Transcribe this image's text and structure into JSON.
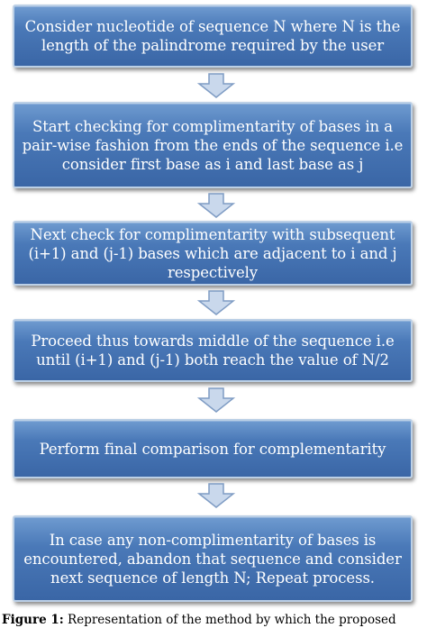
{
  "steps": [
    {
      "text": "Consider nucleotide of sequence N where N is the length of the palindrome required by the user"
    },
    {
      "text": "Start checking for complimentarity of bases in a pair-wise fashion from the ends of the sequence i.e consider first base as i and last base as j"
    },
    {
      "text": "Next check for complimentarity with subsequent (i+1) and (j-1) bases which are adjacent to i and j respectively"
    },
    {
      "text": "Proceed thus towards middle of the sequence i.e until (i+1) and (j-1) both reach the value of N/2"
    },
    {
      "text": "Perform final comparison for complementarity"
    },
    {
      "text": "In case any non-complimentarity of bases is encountered, abandon that sequence and consider next sequence of length N; Repeat process."
    }
  ],
  "caption": {
    "label": "Figure 1:",
    "text": " Representation of the method by which the proposed"
  },
  "colors": {
    "box_fill": "#4a79b8",
    "box_border": "#bcd0e6",
    "arrow_fill": "#c9d8ec",
    "arrow_stroke": "#7f9cc4"
  }
}
